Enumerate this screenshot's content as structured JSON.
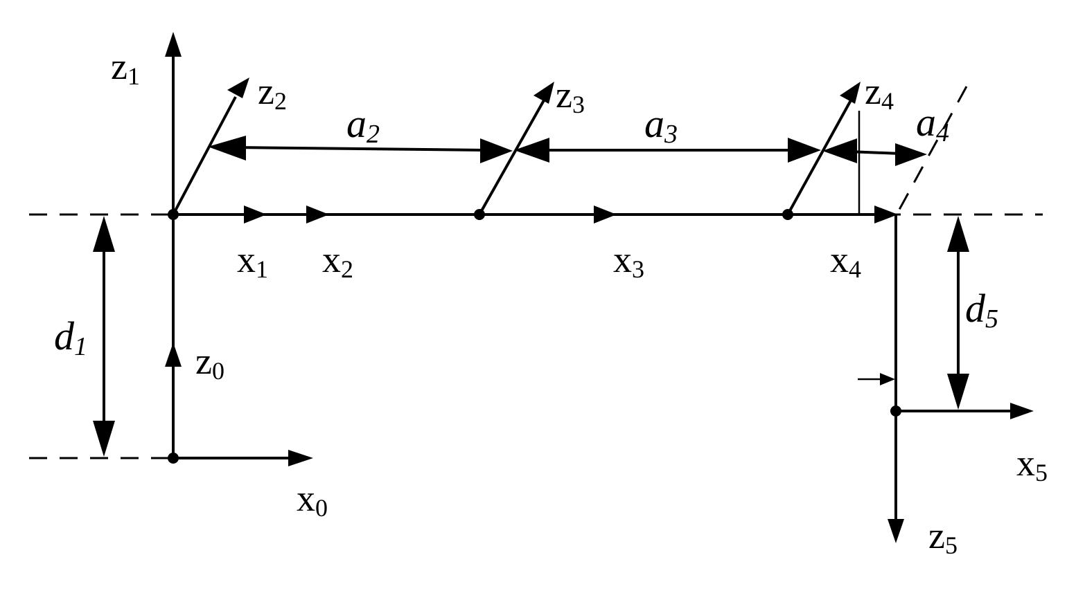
{
  "axes": {
    "z0": {
      "base": "z",
      "sub": "0"
    },
    "z1": {
      "base": "z",
      "sub": "1"
    },
    "z2": {
      "base": "z",
      "sub": "2"
    },
    "z3": {
      "base": "z",
      "sub": "3"
    },
    "z4": {
      "base": "z",
      "sub": "4"
    },
    "z5": {
      "base": "z",
      "sub": "5"
    },
    "x0": {
      "base": "x",
      "sub": "0"
    },
    "x1": {
      "base": "x",
      "sub": "1"
    },
    "x2": {
      "base": "x",
      "sub": "2"
    },
    "x3": {
      "base": "x",
      "sub": "3"
    },
    "x4": {
      "base": "x",
      "sub": "4"
    },
    "x5": {
      "base": "x",
      "sub": "5"
    }
  },
  "dimensions": {
    "d1": {
      "base": "d",
      "sub": "1"
    },
    "d5": {
      "base": "d",
      "sub": "5"
    },
    "a2": {
      "base": "a",
      "sub": "2"
    },
    "a3": {
      "base": "a",
      "sub": "3"
    },
    "a4": {
      "base": "a",
      "sub": "4"
    }
  },
  "colors": {
    "stroke": "#000000",
    "background": "#ffffff"
  }
}
